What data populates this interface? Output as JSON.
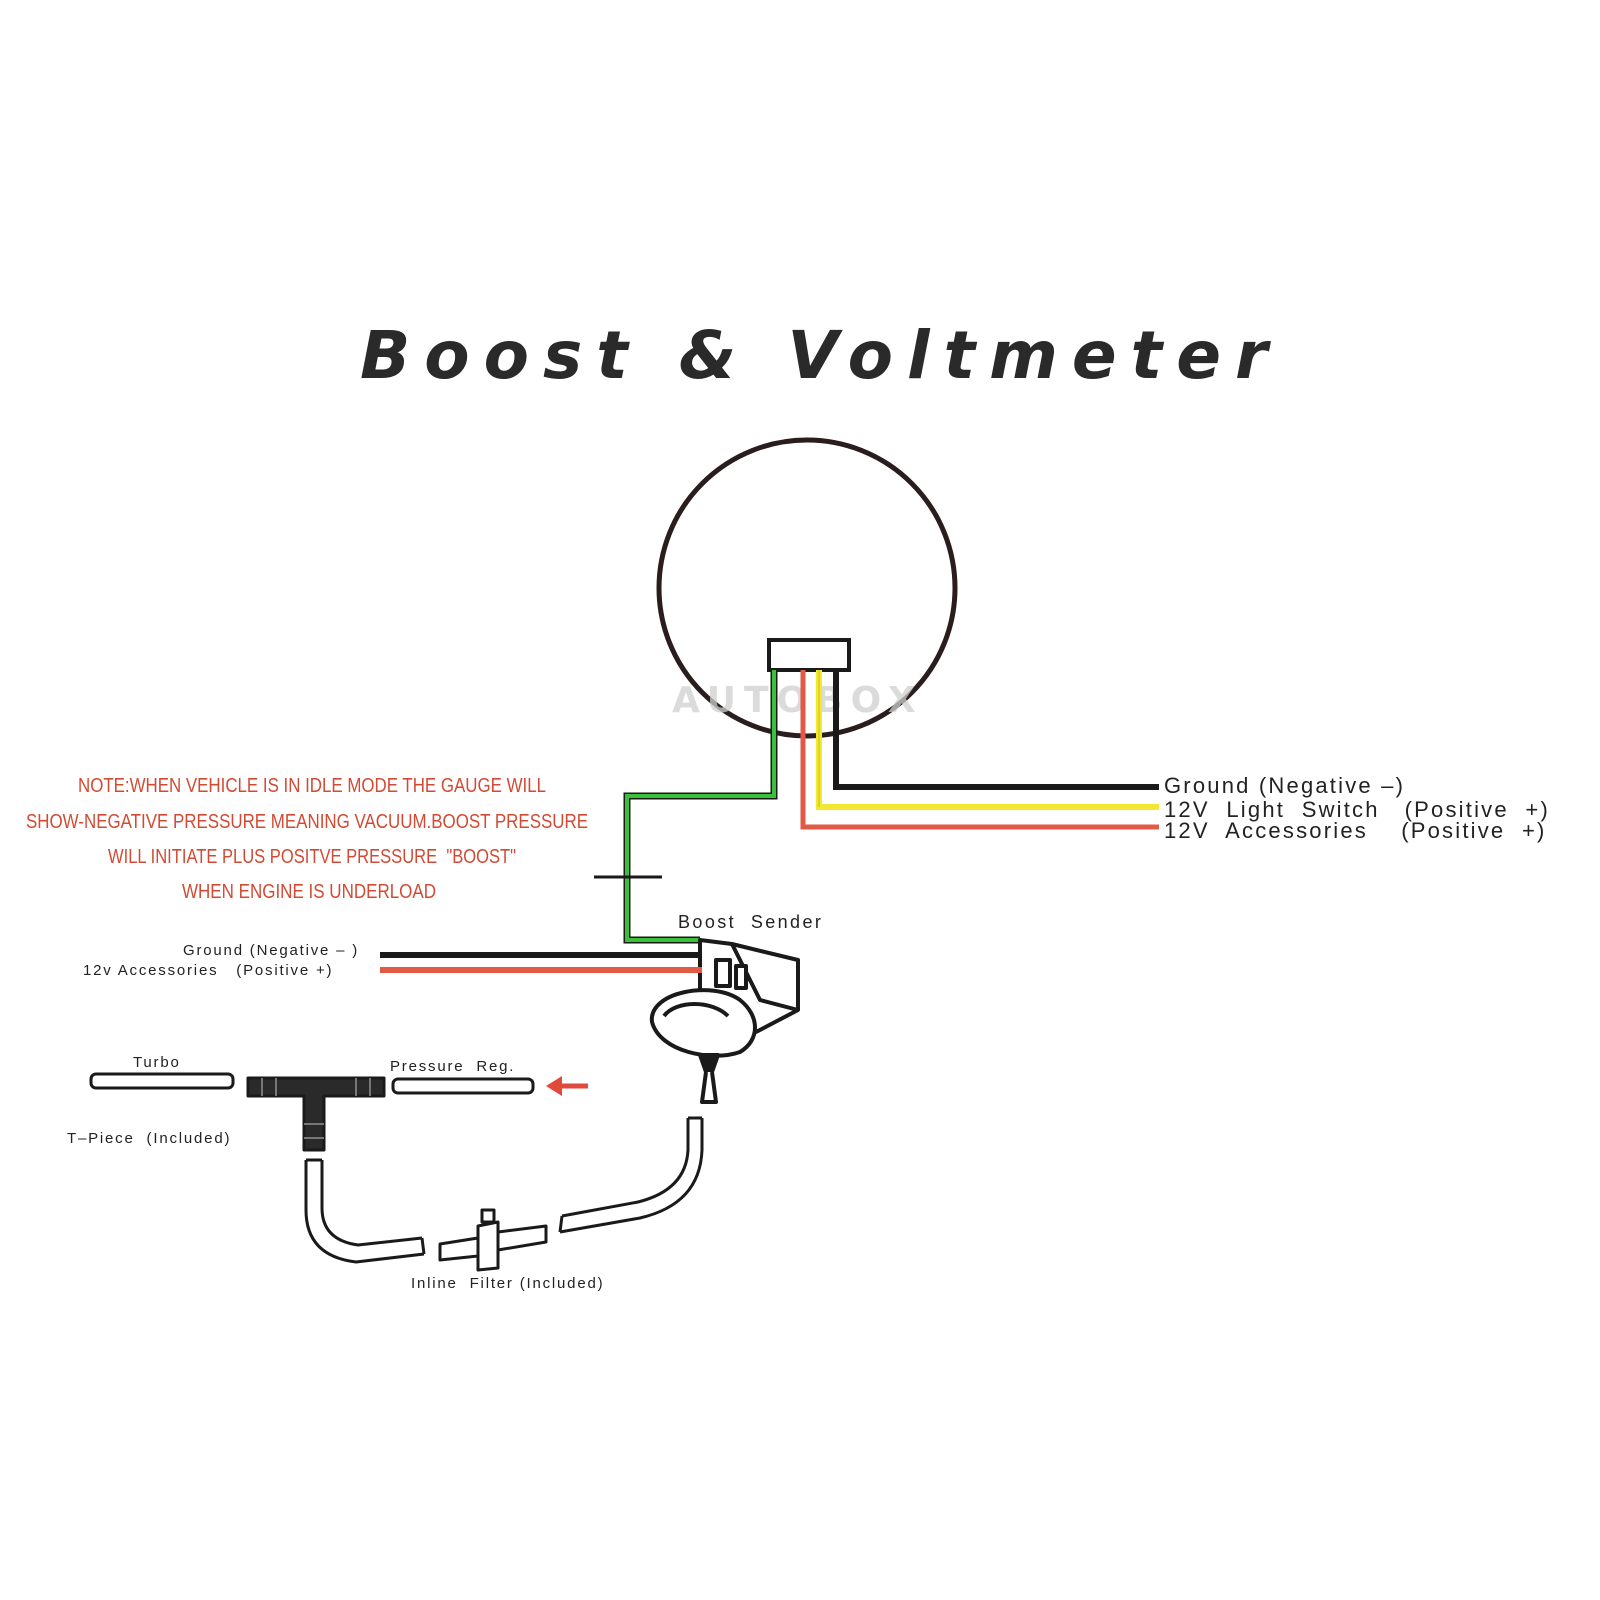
{
  "title": "Boost & Voltmeter",
  "watermark": "AUTOBOX",
  "gauge_wires": {
    "ground": "Ground (Negative –)",
    "light_switch": "12V  Light  Switch   (Positive  +)",
    "accessories": "12V  Accessories    (Positive  +)"
  },
  "note_lines": [
    "NOTE:WHEN VEHICLE IS IN IDLE MODE THE GAUGE WILL",
    "SHOW-NEGATIVE PRESSURE MEANING VACUUM.BOOST PRESSURE",
    "WILL INITIATE PLUS POSITVE PRESSURE  \"BOOST\"",
    "WHEN ENGINE IS UNDERLOAD"
  ],
  "boost_sender": {
    "label": "Boost  Sender",
    "ground": "Ground (Negative – )",
    "accessories": "12v Accessories   (Positive +)"
  },
  "plumbing": {
    "turbo": "Turbo",
    "pressure_reg": "Pressure  Reg.",
    "t_piece": "T–Piece  (Included)",
    "inline_filter": "Inline  Filter (Included)"
  },
  "colors": {
    "ground_wire": "#1a1a1a",
    "light_switch_wire": "#f2e830",
    "accessories_wire": "#e05a46",
    "signal_wire": "#39c239",
    "note_text": "#d24a33",
    "arrow": "#e04a3a"
  }
}
